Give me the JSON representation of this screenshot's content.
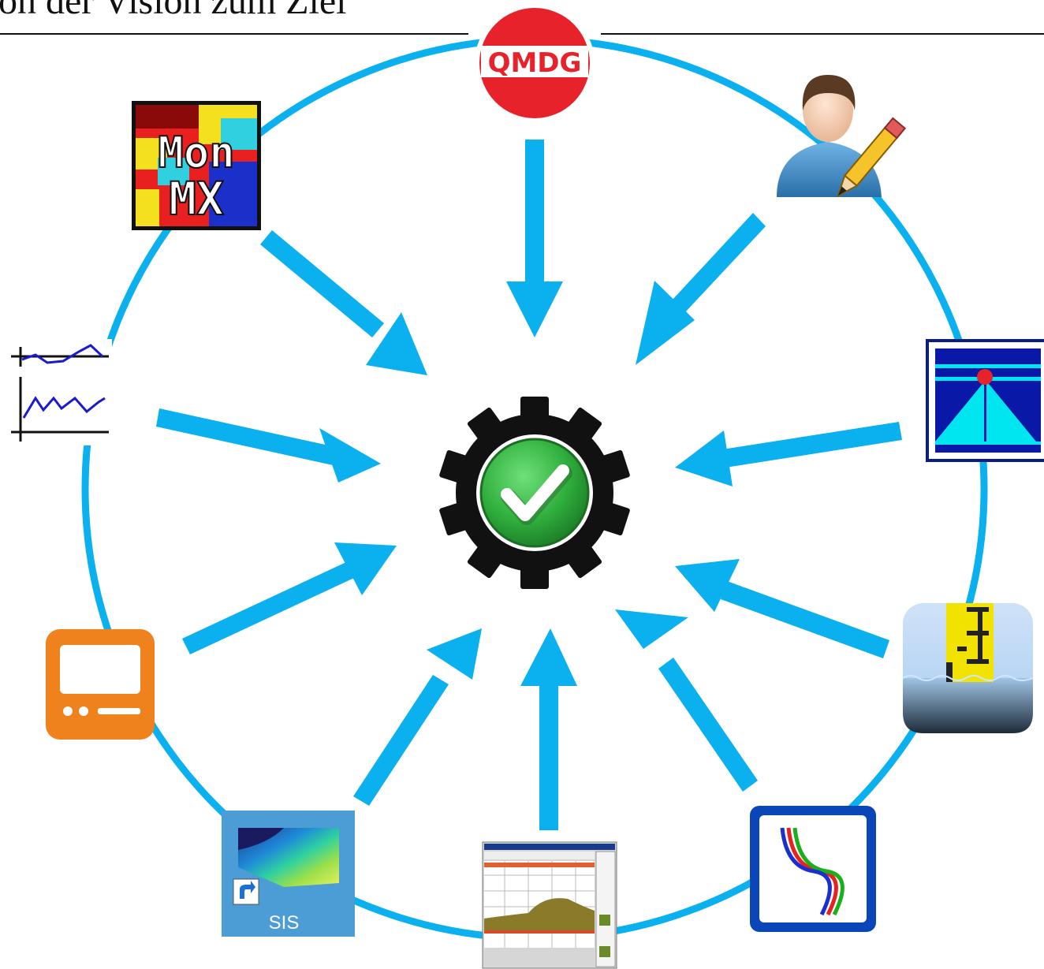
{
  "header": {
    "title": "on der Vision zum Ziel"
  },
  "diagram": {
    "accent_color": "#0bb0ee",
    "center": {
      "icon": "gear-check-icon"
    },
    "nodes": [
      {
        "id": "qmdg",
        "icon": "qmdg-stop-sign-icon",
        "label": "QMDG"
      },
      {
        "id": "user",
        "icon": "user-edit-icon"
      },
      {
        "id": "profile",
        "icon": "cross-section-profile-icon"
      },
      {
        "id": "gauge",
        "icon": "water-level-gauge-icon"
      },
      {
        "id": "track",
        "icon": "river-track-icon"
      },
      {
        "id": "echo",
        "icon": "echosounder-window-icon"
      },
      {
        "id": "sis",
        "icon": "sis-shortcut-icon",
        "label": "SIS"
      },
      {
        "id": "device",
        "icon": "monitor-device-icon"
      },
      {
        "id": "plot",
        "icon": "time-series-plot-icon"
      },
      {
        "id": "monmx",
        "icon": "monmx-icon",
        "label_line1": "Mon",
        "label_line2": "MX"
      }
    ]
  }
}
